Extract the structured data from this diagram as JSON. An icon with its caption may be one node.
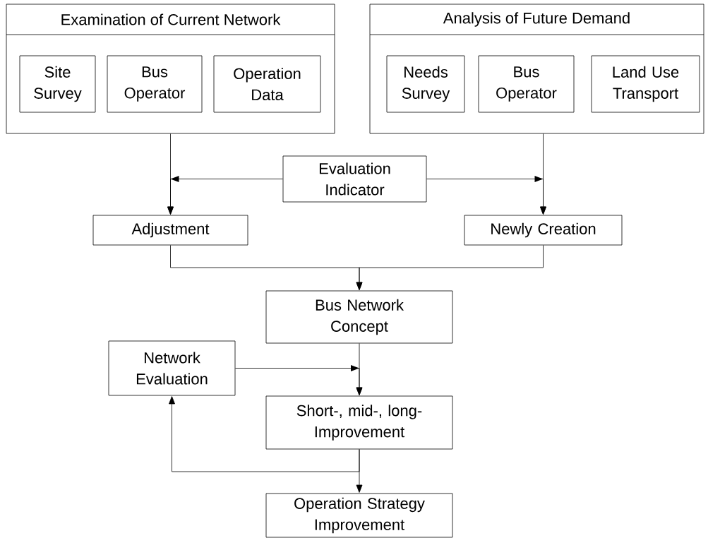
{
  "diagram": {
    "nodes": [
      {
        "text": [
          "Examination of Current Network"
        ]
      },
      {
        "text": [
          "Site Survey"
        ],
        "in": 0
      },
      {
        "text": [
          "Bus Operator"
        ],
        "in": 0
      },
      {
        "text": [
          "Operation Data"
        ],
        "in": 0
      },
      {
        "text": [
          "Analysis of Future Demand"
        ]
      },
      {
        "text": [
          "Needs Survey"
        ],
        "in": 4
      },
      {
        "text": [
          "Bus Operator"
        ],
        "in": 4
      },
      {
        "text": [
          "Land Use Transport"
        ],
        "in": 4
      },
      {
        "text": [
          "Evaluation Indicator"
        ]
      },
      {
        "text": [
          "Adjustment"
        ]
      },
      {
        "text": [
          "Newly Creation"
        ]
      },
      {
        "text": [
          "Bus Network Concept"
        ]
      },
      {
        "text": [
          "Network Evaluation"
        ]
      },
      {
        "text": [
          "Short-, mid-, long- Improvement"
        ]
      },
      {
        "text": [
          "Operation Strategy Improvement"
        ]
      }
    ],
    "edges": [
      {
        "from": 0,
        "to": 9,
        "arrow": "to"
      },
      {
        "from": 4,
        "to": 10,
        "arrow": "to"
      },
      {
        "from": 8,
        "to": 9,
        "arrow": "to"
      },
      {
        "from": 8,
        "to": 10,
        "arrow": "to"
      },
      {
        "from": 9,
        "to": 11,
        "arrow": "to"
      },
      {
        "from": 10,
        "to": 11,
        "arrow": "to"
      },
      {
        "from": 11,
        "to": 13,
        "arrow": "to"
      },
      {
        "from": 12,
        "to": 13,
        "arrow": "to"
      },
      {
        "from": 13,
        "to": 14,
        "arrow": "to"
      },
      {
        "from": 13,
        "to": 12,
        "arrow": "to"
      }
    ]
  }
}
